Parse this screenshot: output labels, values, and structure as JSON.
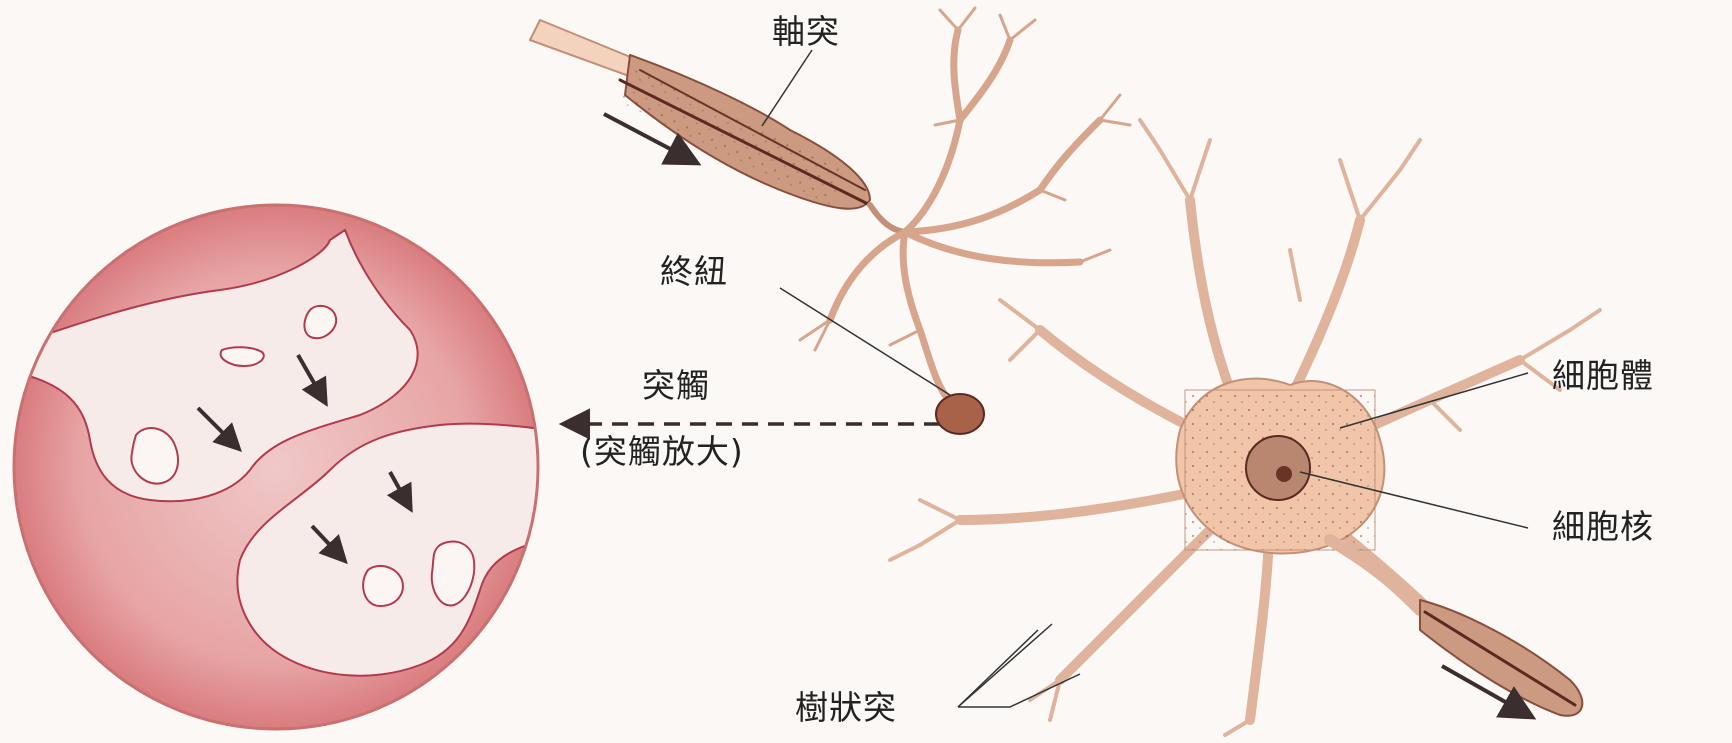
{
  "labels": {
    "axon": "軸突",
    "terminal_button": "終紐",
    "synapse": "突觸",
    "synapse_magnified": "(突觸放大)",
    "cell_body": "細胞體",
    "nucleus": "細胞核",
    "dendrites": "樹狀突"
  },
  "colors": {
    "background": "#fbf8f6",
    "neuron_fill": "#f2cdb3",
    "neuron_stroke": "#c48f77",
    "axon_sheath": "#c98f76",
    "circle_outer": "#dd8a8a",
    "circle_inner": "#f5e7e5",
    "outline": "#b33a4a",
    "arrow": "#3b2e2e"
  }
}
